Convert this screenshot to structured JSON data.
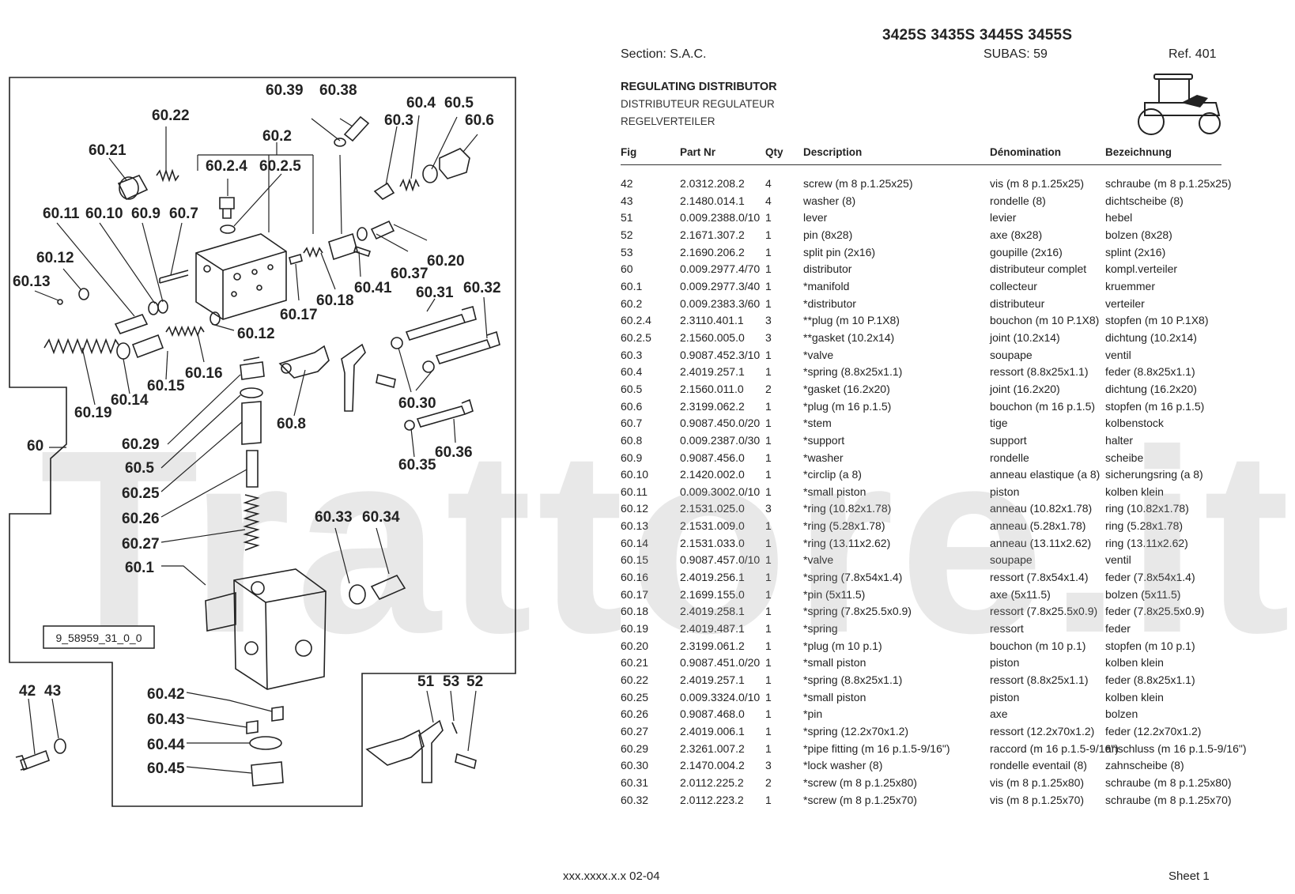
{
  "header": {
    "models": "3425S 3435S 3445S 3455S",
    "section": "Section: S.A.C.",
    "subas": "SUBAS: 59",
    "ref": "Ref. 401"
  },
  "title": {
    "en": "REGULATING DISTRIBUTOR",
    "fr": "DISTRIBUTEUR REGULATEUR",
    "de": "REGELVERTEILER"
  },
  "table": {
    "headers": [
      "Fig",
      "Part Nr",
      "Qty",
      "Description",
      "Dénomination",
      "Bezeichnung"
    ],
    "rows": [
      [
        "42",
        "2.0312.208.2",
        "4",
        "screw (m 8 p.1.25x25)",
        "vis (m 8 p.1.25x25)",
        "schraube (m 8 p.1.25x25)"
      ],
      [
        "43",
        "2.1480.014.1",
        "4",
        "washer (8)",
        "rondelle (8)",
        "dichtscheibe (8)"
      ],
      [
        "51",
        "0.009.2388.0/10",
        "1",
        "lever",
        "levier",
        "hebel"
      ],
      [
        "52",
        "2.1671.307.2",
        "1",
        "pin (8x28)",
        "axe (8x28)",
        "bolzen (8x28)"
      ],
      [
        "53",
        "2.1690.206.2",
        "1",
        "split pin (2x16)",
        "goupille (2x16)",
        "splint (2x16)"
      ],
      [
        "60",
        "0.009.2977.4/70",
        "1",
        "distributor",
        "distributeur complet",
        "kompl.verteiler"
      ],
      [
        "60.1",
        "0.009.2977.3/40",
        "1",
        "*manifold",
        "collecteur",
        "kruemmer"
      ],
      [
        "60.2",
        "0.009.2383.3/60",
        "1",
        "*distributor",
        "distributeur",
        "verteiler"
      ],
      [
        "60.2.4",
        "2.3110.401.1",
        "3",
        "**plug (m 10 P.1X8)",
        "bouchon (m 10 P.1X8)",
        "stopfen (m 10 P.1X8)"
      ],
      [
        "60.2.5",
        "2.1560.005.0",
        "3",
        "**gasket (10.2x14)",
        "joint (10.2x14)",
        "dichtung (10.2x14)"
      ],
      [
        "60.3",
        "0.9087.452.3/10",
        "1",
        "*valve",
        "soupape",
        "ventil"
      ],
      [
        "60.4",
        "2.4019.257.1",
        "1",
        "*spring (8.8x25x1.1)",
        "ressort (8.8x25x1.1)",
        "feder (8.8x25x1.1)"
      ],
      [
        "60.5",
        "2.1560.011.0",
        "2",
        "*gasket (16.2x20)",
        "joint (16.2x20)",
        "dichtung (16.2x20)"
      ],
      [
        "60.6",
        "2.3199.062.2",
        "1",
        "*plug (m 16 p.1.5)",
        "bouchon (m 16 p.1.5)",
        "stopfen (m 16 p.1.5)"
      ],
      [
        "60.7",
        "0.9087.450.0/20",
        "1",
        "*stem",
        "tige",
        "kolbenstock"
      ],
      [
        "60.8",
        "0.009.2387.0/30",
        "1",
        "*support",
        "support",
        "halter"
      ],
      [
        "60.9",
        "0.9087.456.0",
        "1",
        "*washer",
        "rondelle",
        "scheibe"
      ],
      [
        "60.10",
        "2.1420.002.0",
        "1",
        "*circlip (a 8)",
        "anneau elastique (a 8)",
        "sicherungsring (a 8)"
      ],
      [
        "60.11",
        "0.009.3002.0/10",
        "1",
        "*small piston",
        "piston",
        "kolben klein"
      ],
      [
        "60.12",
        "2.1531.025.0",
        "3",
        "*ring (10.82x1.78)",
        "anneau (10.82x1.78)",
        "ring (10.82x1.78)"
      ],
      [
        "60.13",
        "2.1531.009.0",
        "1",
        "*ring (5.28x1.78)",
        "anneau (5.28x1.78)",
        "ring (5.28x1.78)"
      ],
      [
        "60.14",
        "2.1531.033.0",
        "1",
        "*ring (13.11x2.62)",
        "anneau (13.11x2.62)",
        "ring (13.11x2.62)"
      ],
      [
        "60.15",
        "0.9087.457.0/10",
        "1",
        "*valve",
        "soupape",
        "ventil"
      ],
      [
        "60.16",
        "2.4019.256.1",
        "1",
        "*spring (7.8x54x1.4)",
        "ressort (7.8x54x1.4)",
        "feder (7.8x54x1.4)"
      ],
      [
        "60.17",
        "2.1699.155.0",
        "1",
        "*pin (5x11.5)",
        "axe (5x11.5)",
        "bolzen (5x11.5)"
      ],
      [
        "60.18",
        "2.4019.258.1",
        "1",
        "*spring (7.8x25.5x0.9)",
        "ressort (7.8x25.5x0.9)",
        "feder (7.8x25.5x0.9)"
      ],
      [
        "60.19",
        "2.4019.487.1",
        "1",
        "*spring",
        "ressort",
        "feder"
      ],
      [
        "60.20",
        "2.3199.061.2",
        "1",
        "*plug (m 10 p.1)",
        "bouchon (m 10 p.1)",
        "stopfen (m 10 p.1)"
      ],
      [
        "60.21",
        "0.9087.451.0/20",
        "1",
        "*small piston",
        "piston",
        "kolben klein"
      ],
      [
        "60.22",
        "2.4019.257.1",
        "1",
        "*spring (8.8x25x1.1)",
        "ressort (8.8x25x1.1)",
        "feder (8.8x25x1.1)"
      ],
      [
        "60.25",
        "0.009.3324.0/10",
        "1",
        "*small piston",
        "piston",
        "kolben klein"
      ],
      [
        "60.26",
        "0.9087.468.0",
        "1",
        "*pin",
        "axe",
        "bolzen"
      ],
      [
        "60.27",
        "2.4019.006.1",
        "1",
        "*spring (12.2x70x1.2)",
        "ressort (12.2x70x1.2)",
        "feder (12.2x70x1.2)"
      ],
      [
        "60.29",
        "2.3261.007.2",
        "1",
        "*pipe fitting (m 16 p.1.5-9/16\")",
        "raccord (m 16 p.1.5-9/16\")",
        "anschluss (m 16 p.1.5-9/16\")"
      ],
      [
        "60.30",
        "2.1470.004.2",
        "3",
        "*lock washer (8)",
        "rondelle eventail (8)",
        "zahnscheibe (8)"
      ],
      [
        "60.31",
        "2.0112.225.2",
        "2",
        "*screw (m 8 p.1.25x80)",
        "vis (m 8 p.1.25x80)",
        "schraube (m 8 p.1.25x80)"
      ],
      [
        "60.32",
        "2.0112.223.2",
        "1",
        "*screw (m 8 p.1.25x70)",
        "vis (m 8 p.1.25x70)",
        "schraube (m 8 p.1.25x70)"
      ]
    ]
  },
  "diagram": {
    "drawing_id": "9_58959_31_0_0",
    "labels": {
      "l6039": "60.39",
      "l6038": "60.38",
      "l6022": "60.22",
      "l604": "60.4",
      "l605a": "60.5",
      "l603": "60.3",
      "l606": "60.6",
      "l602": "60.2",
      "l6021": "60.21",
      "l6024": "60.2.4",
      "l6025": "60.2.5",
      "l6011": "60.11",
      "l6010": "60.10",
      "l609": "60.9",
      "l607": "60.7",
      "l6012a": "60.12",
      "l6013": "60.13",
      "l6020": "60.20",
      "l6037": "60.37",
      "l6041": "60.41",
      "l6018": "60.18",
      "l6017": "60.17",
      "l6031": "60.31",
      "l6032": "60.32",
      "l6012b": "60.12",
      "l6016": "60.16",
      "l6015": "60.15",
      "l6014": "60.14",
      "l6019": "60.19",
      "l6030": "60.30",
      "l608": "60.8",
      "l6036": "60.36",
      "l6035": "60.35",
      "l60": "60",
      "l6029": "60.29",
      "l605b": "60.5",
      "l6025b": "60.25",
      "l6026": "60.26",
      "l6027": "60.27",
      "l601": "60.1",
      "l6033": "60.33",
      "l6034": "60.34",
      "l6042": "60.42",
      "l6043": "60.43",
      "l6044": "60.44",
      "l6045": "60.45",
      "l42": "42",
      "l43": "43",
      "l51": "51",
      "l53": "53",
      "l52": "52"
    }
  },
  "watermark": "Trattore.it",
  "footer": {
    "code": "xxx.xxxx.x.x  02-04",
    "sheet": "Sheet 1"
  }
}
